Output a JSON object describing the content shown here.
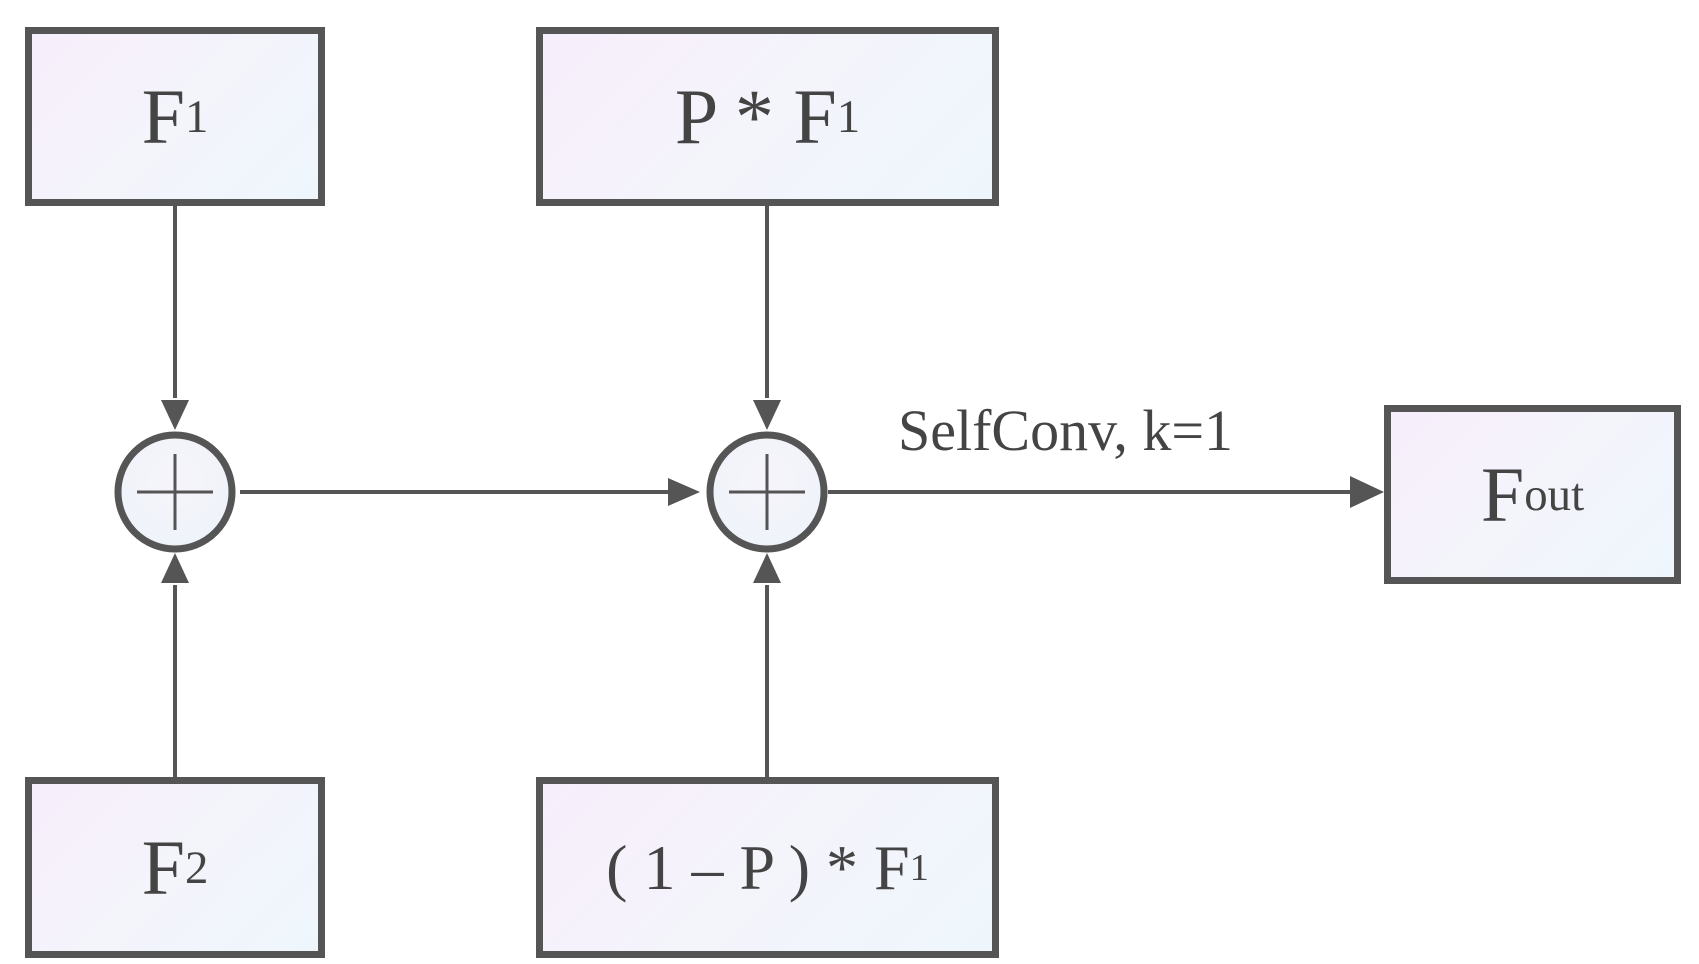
{
  "nodes": {
    "f1": {
      "main": "F",
      "sub": "1"
    },
    "pf1": {
      "main": "P * F",
      "sub": "1"
    },
    "f2": {
      "main": "F",
      "sub": "2"
    },
    "one_minus_p_f1": {
      "main": "( 1 – P ) * F",
      "sub": "1"
    },
    "fout": {
      "main": "F",
      "sub": "out"
    }
  },
  "operators": {
    "sum1": "+",
    "sum2": "+"
  },
  "edges": {
    "sum2_to_fout_label": "SelfConv, k=1"
  },
  "colors": {
    "stroke": "#555555",
    "text": "#444444",
    "box_fill_start": "#f7eefb",
    "box_fill_end": "#eef6fc"
  }
}
